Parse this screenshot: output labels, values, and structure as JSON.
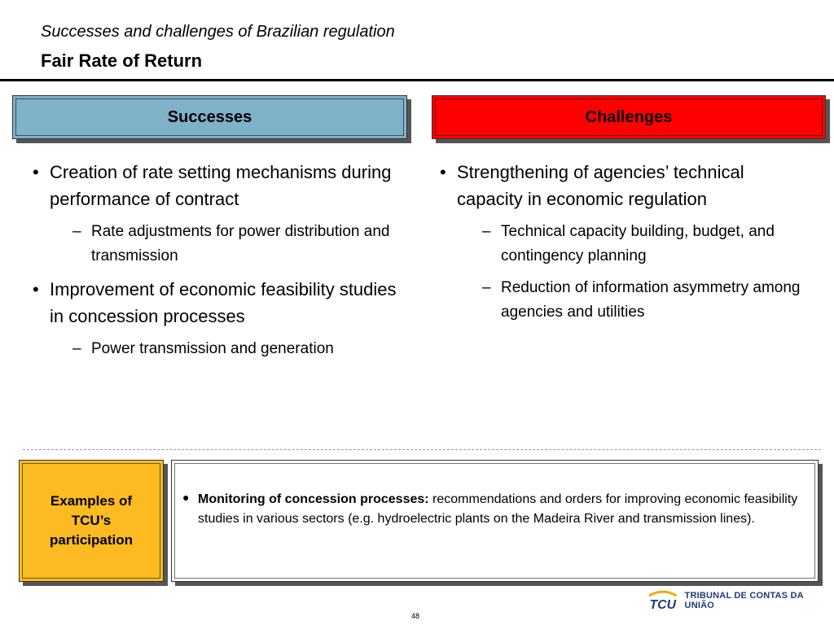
{
  "header": {
    "subtitle": "Successes and challenges of Brazilian regulation",
    "title": "Fair Rate of Return"
  },
  "columns": {
    "successes": {
      "heading": "Successes",
      "color": "#7fb1c9",
      "items": [
        {
          "text": "Creation of rate setting mechanisms during performance of contract",
          "sub": [
            "Rate adjustments for power distribution and transmission"
          ]
        },
        {
          "text": "Improvement of economic feasibility studies in concession processes",
          "sub": [
            "Power transmission and generation"
          ]
        }
      ]
    },
    "challenges": {
      "heading": "Challenges",
      "color": "#ff0000",
      "items": [
        {
          "text": "Strengthening of agencies’ technical capacity in economic regulation",
          "sub": [
            "Technical capacity building, budget, and contingency planning",
            "Reduction of information asymmetry among agencies and utilities"
          ]
        }
      ]
    }
  },
  "examples": {
    "label": "Examples of TCU’s participation",
    "color": "#fbbb21",
    "bold_lead": "Monitoring of concession processes:",
    "text": " recommendations and orders for improving economic feasibility studies in various sectors (e.g. hydroelectric plants on the Madeira River and transmission lines)."
  },
  "footer": {
    "page_number": "48",
    "logo_text": "TRIBUNAL DE CONTAS DA UNIÃO",
    "logo_mark": "TCU",
    "logo_color": "#1f3b7a",
    "logo_accent": "#f2a900"
  }
}
